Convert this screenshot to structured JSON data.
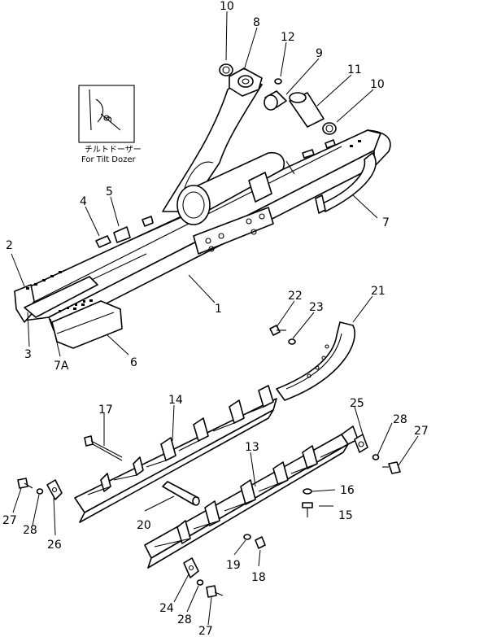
{
  "inset": {
    "caption_jp": "チルトドーザー",
    "caption_en": "For Tilt Dozer"
  },
  "callouts": {
    "c1": "1",
    "c2": "2",
    "c3": "3",
    "c4": "4",
    "c5": "5",
    "c6": "6",
    "c7": "7",
    "c7a": "7A",
    "c8": "8",
    "c9": "9",
    "c10a": "10",
    "c10b": "10",
    "c11": "11",
    "c12": "12",
    "c13": "13",
    "c14": "14",
    "c15": "15",
    "c16": "16",
    "c17": "17",
    "c18": "18",
    "c19": "19",
    "c20": "20",
    "c21": "21",
    "c22": "22",
    "c23": "23",
    "c24": "24",
    "c25": "25",
    "c26": "26",
    "c27a": "27",
    "c27b": "27",
    "c27c": "27",
    "c28a": "28",
    "c28b": "28",
    "c28c": "28"
  }
}
